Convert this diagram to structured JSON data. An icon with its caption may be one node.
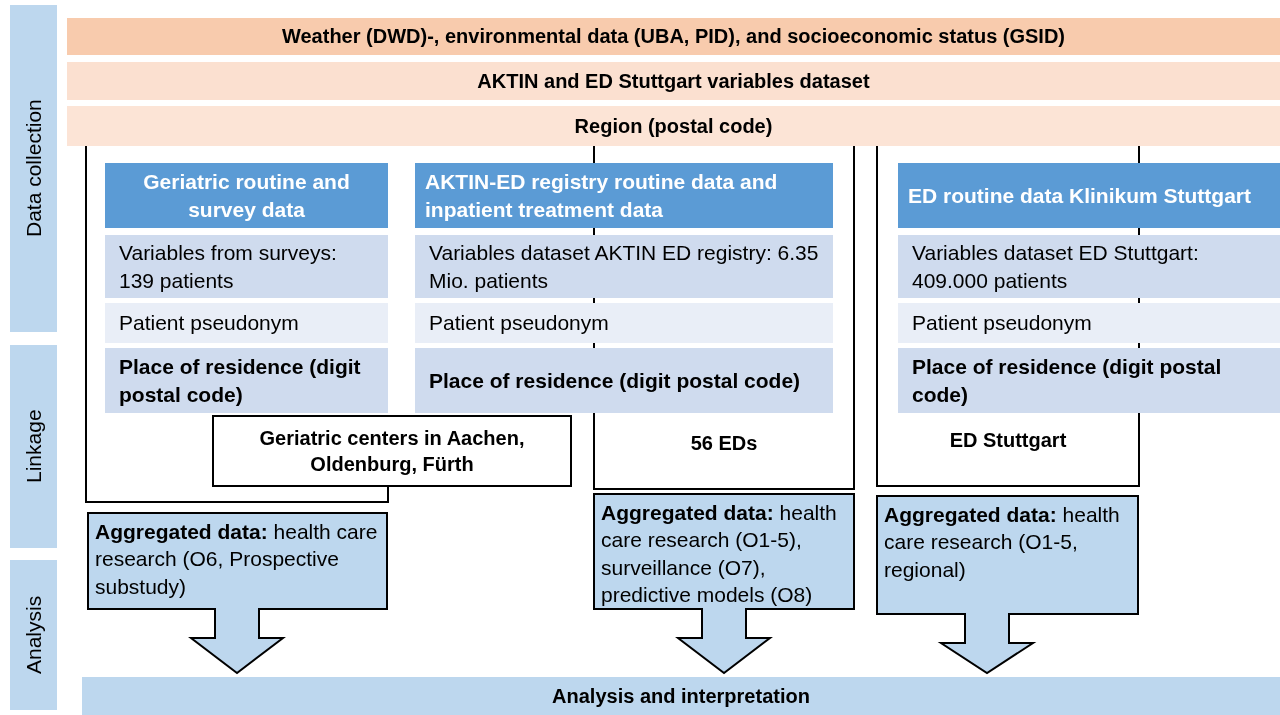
{
  "diagram": {
    "nodes": [
      {
        "text": [
          "Data collection"
        ]
      },
      {
        "text": [
          "Linkage"
        ]
      },
      {
        "text": [
          "Analysis"
        ]
      },
      {
        "text": [
          "Weather (DWD)-, environmental data (UBA, PID), and socioeconomic status (GSID)"
        ]
      },
      {
        "text": [
          "AKTIN and ED Stuttgart variables dataset"
        ]
      },
      {
        "text": [
          "Region (postal code)"
        ]
      },
      {
        "text": [
          "Geriatric routine and survey data"
        ]
      },
      {
        "text": [
          "Variables from surveys: 139 patients"
        ]
      },
      {
        "text": [
          "Patient pseudonym"
        ]
      },
      {
        "text": [
          "Place of residence (digit postal code)"
        ]
      },
      {
        "text": [
          "AKTIN-ED registry routine data and inpatient treatment data"
        ]
      },
      {
        "text": [
          "Variables dataset AKTIN ED registry: 6.35 Mio. patients"
        ]
      },
      {
        "text": [
          "Patient pseudonym"
        ]
      },
      {
        "text": [
          "Place of residence (digit postal code)"
        ]
      },
      {
        "text": [
          "ED routine data Klinikum Stuttgart"
        ]
      },
      {
        "text": [
          "Variables dataset ED Stuttgart: 409.000 patients"
        ]
      },
      {
        "text": [
          "Patient pseudonym"
        ]
      },
      {
        "text": [
          "Place of residence (digit postal code)"
        ]
      },
      {
        "text": [
          "Geriatric centers in Aachen, Oldenburg, Fürth"
        ]
      },
      {
        "text": [
          "56 EDs"
        ]
      },
      {
        "text": [
          "ED Stuttgart"
        ]
      },
      {
        "text": [
          "**Aggregated data:** health care research (O6, Prospective substudy)"
        ]
      },
      {
        "text": [
          "**Aggregated data:** health care research (O1-5), surveillance (O7), predictive models (O8)"
        ]
      },
      {
        "text": [
          "**Aggregated data:** health care research (O1-5, regional)"
        ]
      },
      {
        "text": [
          "Analysis and interpretation"
        ]
      }
    ],
    "edges": [
      {
        "from": 21,
        "to": 24,
        "arrow": "to"
      },
      {
        "from": 22,
        "to": 24,
        "arrow": "to"
      },
      {
        "from": 23,
        "to": 24,
        "arrow": "to"
      }
    ]
  }
}
